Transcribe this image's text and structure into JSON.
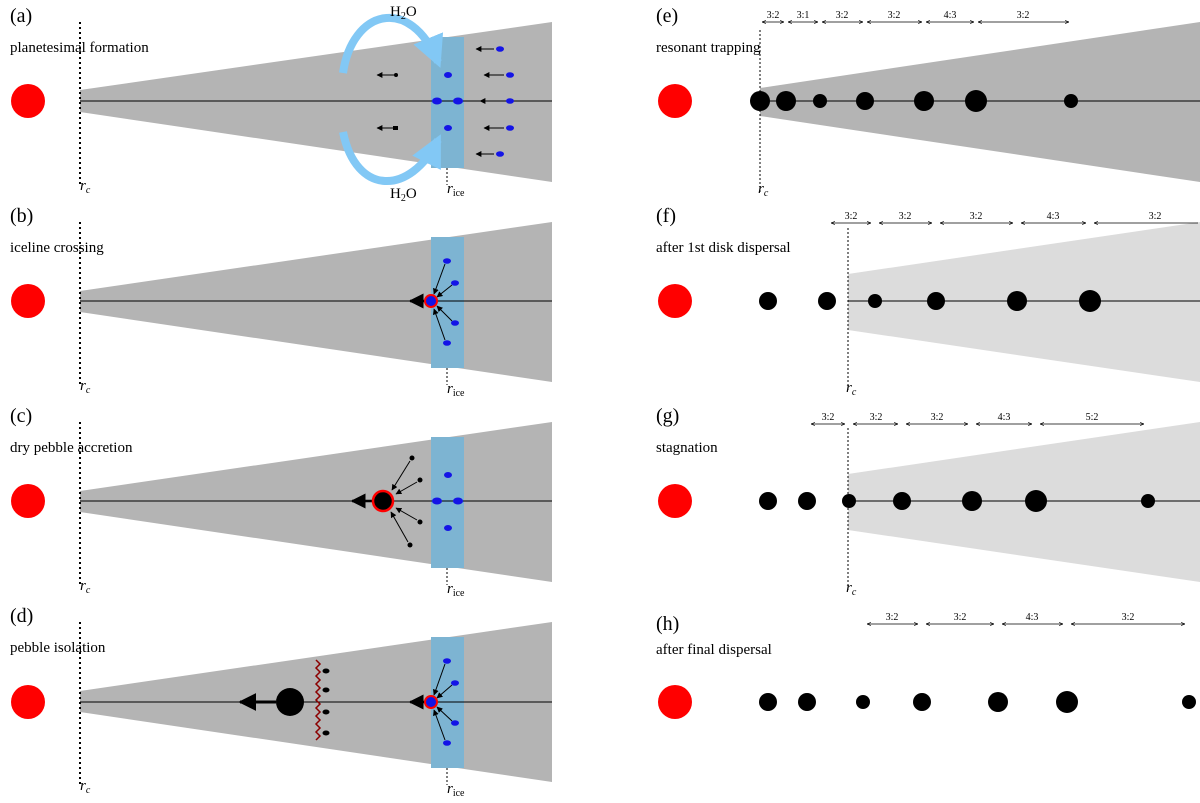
{
  "panels": {
    "a": {
      "letter": "(a)",
      "title": "planetesimal formation"
    },
    "b": {
      "letter": "(b)",
      "title": "iceline crossing"
    },
    "c": {
      "letter": "(c)",
      "title": "dry pebble accretion"
    },
    "d": {
      "letter": "(d)",
      "title": "pebble isolation"
    },
    "e": {
      "letter": "(e)",
      "title": "resonant trapping"
    },
    "f": {
      "letter": "(f)",
      "title": "after 1st disk dispersal"
    },
    "g": {
      "letter": "(g)",
      "title": "stagnation"
    },
    "h": {
      "letter": "(h)",
      "title": "after final dispersal"
    }
  },
  "labels": {
    "rc_symbol": "r",
    "rc_sub": "c",
    "rice_symbol": "r",
    "rice_sub": "ice",
    "h2o_main": "H",
    "h2o_sub": "2",
    "h2o_tail": "O"
  },
  "resonances": {
    "e": [
      "3:2",
      "3:1",
      "3:2",
      "3:2",
      "4:3",
      "3:2"
    ],
    "f": [
      "3:2",
      "3:2",
      "3:2",
      "4:3",
      "3:2"
    ],
    "g": [
      "3:2",
      "3:2",
      "3:2",
      "4:3",
      "5:2"
    ],
    "h": [
      "3:2",
      "3:2",
      "4:3",
      "3:2"
    ]
  },
  "colors": {
    "star": "#ff0000",
    "disk": "#b4b4b4",
    "disk_light": "#dcdcdc",
    "ice_band": "#7db4d2",
    "pebble": "#1414e6",
    "water_arrow": "#82c8f5",
    "isolation_wave": "#8b0000",
    "planet": "#000000",
    "embryo_ring": "#ff0000"
  }
}
